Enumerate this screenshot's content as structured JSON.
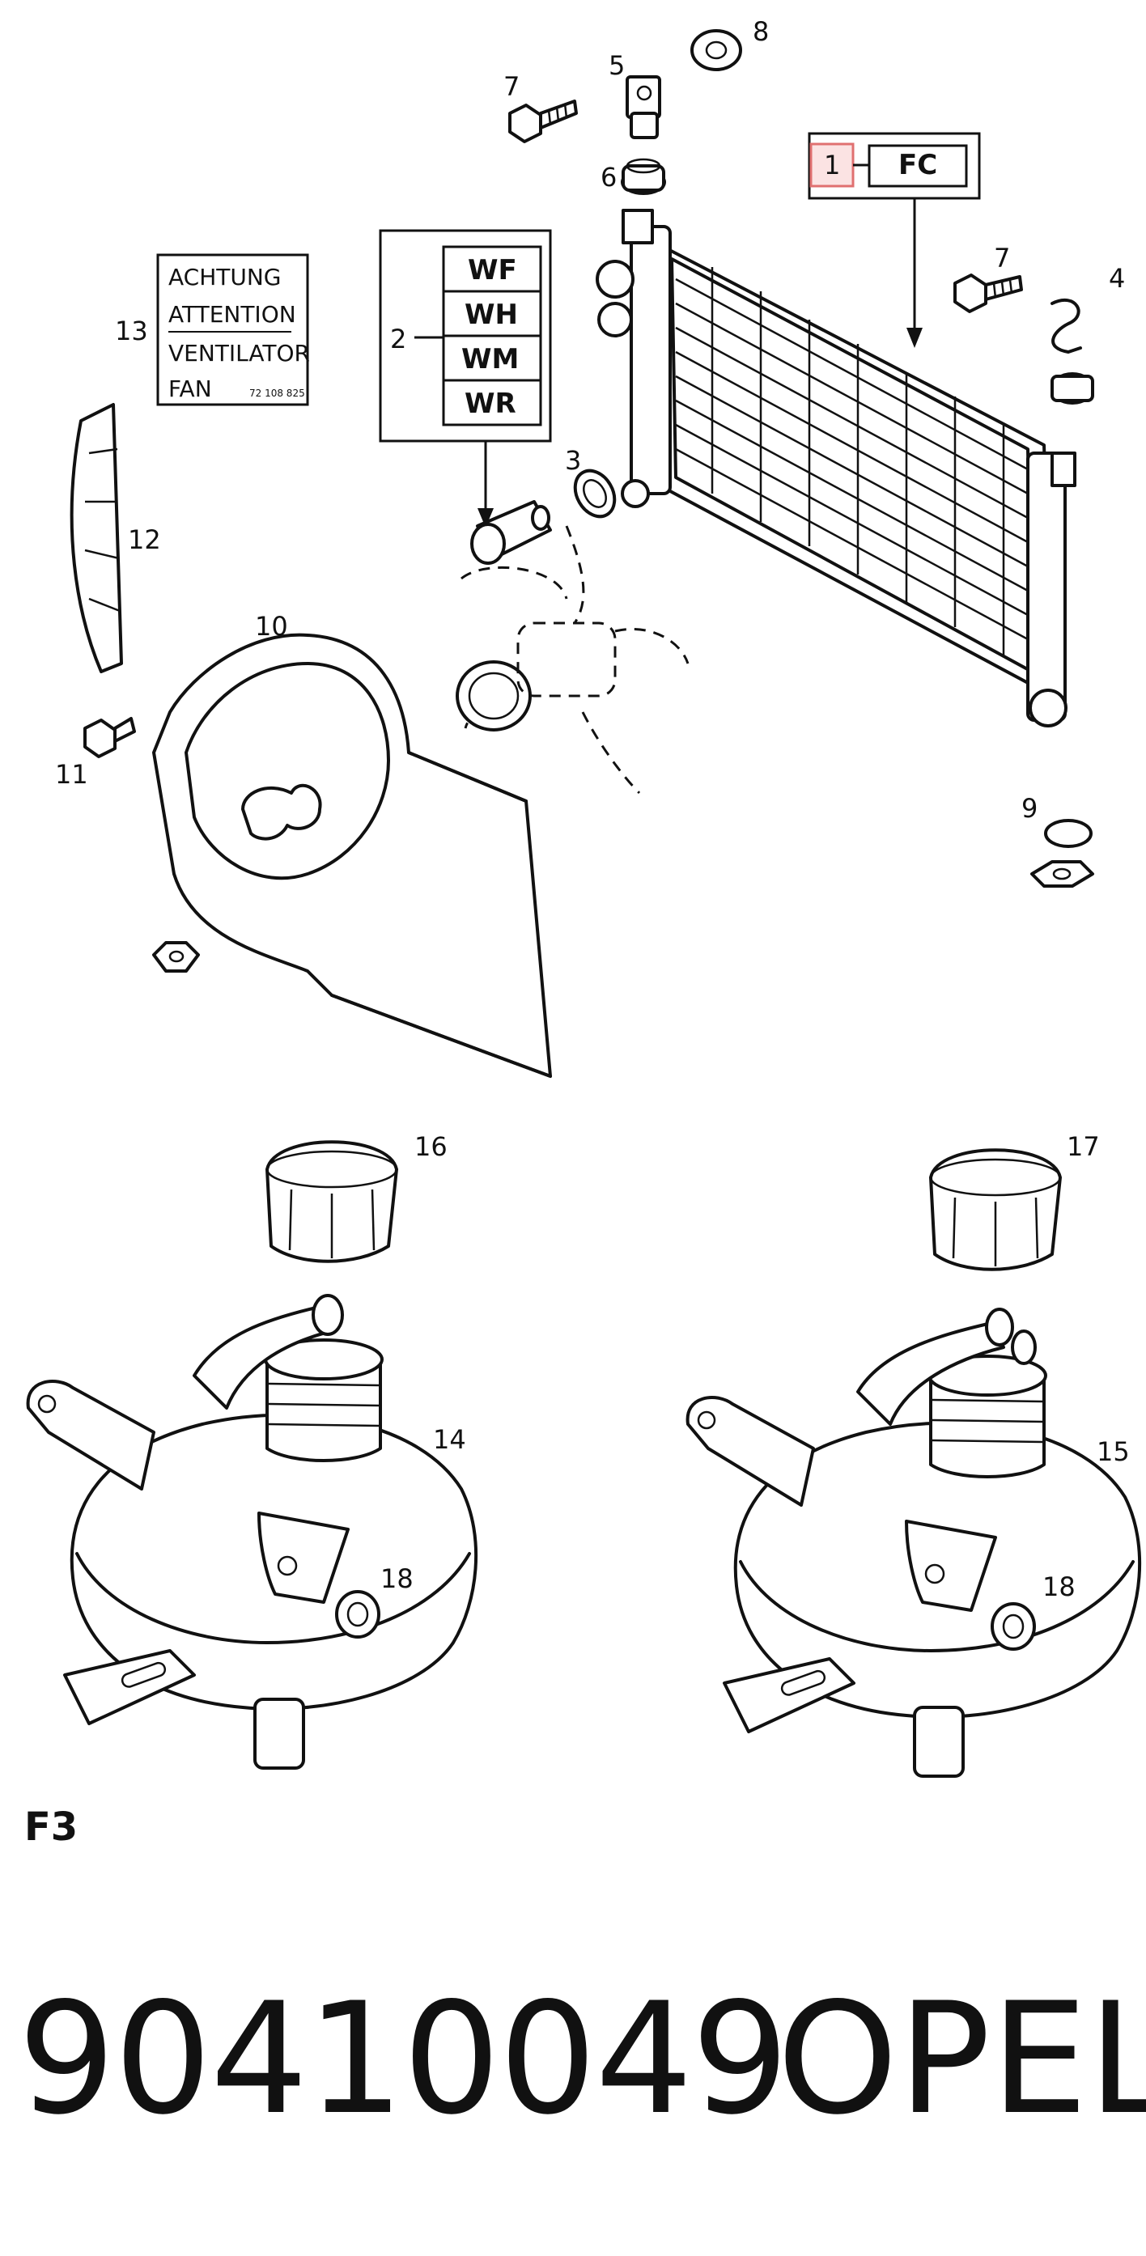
{
  "callouts": {
    "c1": "1",
    "c2": "2",
    "c3": "3",
    "c4": "4",
    "c5": "5",
    "c6": "6",
    "c7a": "7",
    "c7b": "7",
    "c8": "8",
    "c9": "9",
    "c10": "10",
    "c11": "11",
    "c12": "12",
    "c13": "13",
    "c14": "14",
    "c15": "15",
    "c16": "16",
    "c17": "17",
    "c18a": "18",
    "c18b": "18"
  },
  "box_variants": [
    "WF",
    "WH",
    "WM",
    "WR"
  ],
  "radiator_variant": "FC",
  "decal": {
    "lines": [
      "ACHTUNG",
      "ATTENTION",
      "VENTILATOR",
      "FAN"
    ],
    "code": "72 108 825"
  },
  "sheet_label": "F3",
  "part_number": "90410049",
  "brand": "OPEL",
  "colors": {
    "ink": "#111111",
    "highlight_box": "#e07070",
    "highlight_fill": "#fbe3e3"
  }
}
